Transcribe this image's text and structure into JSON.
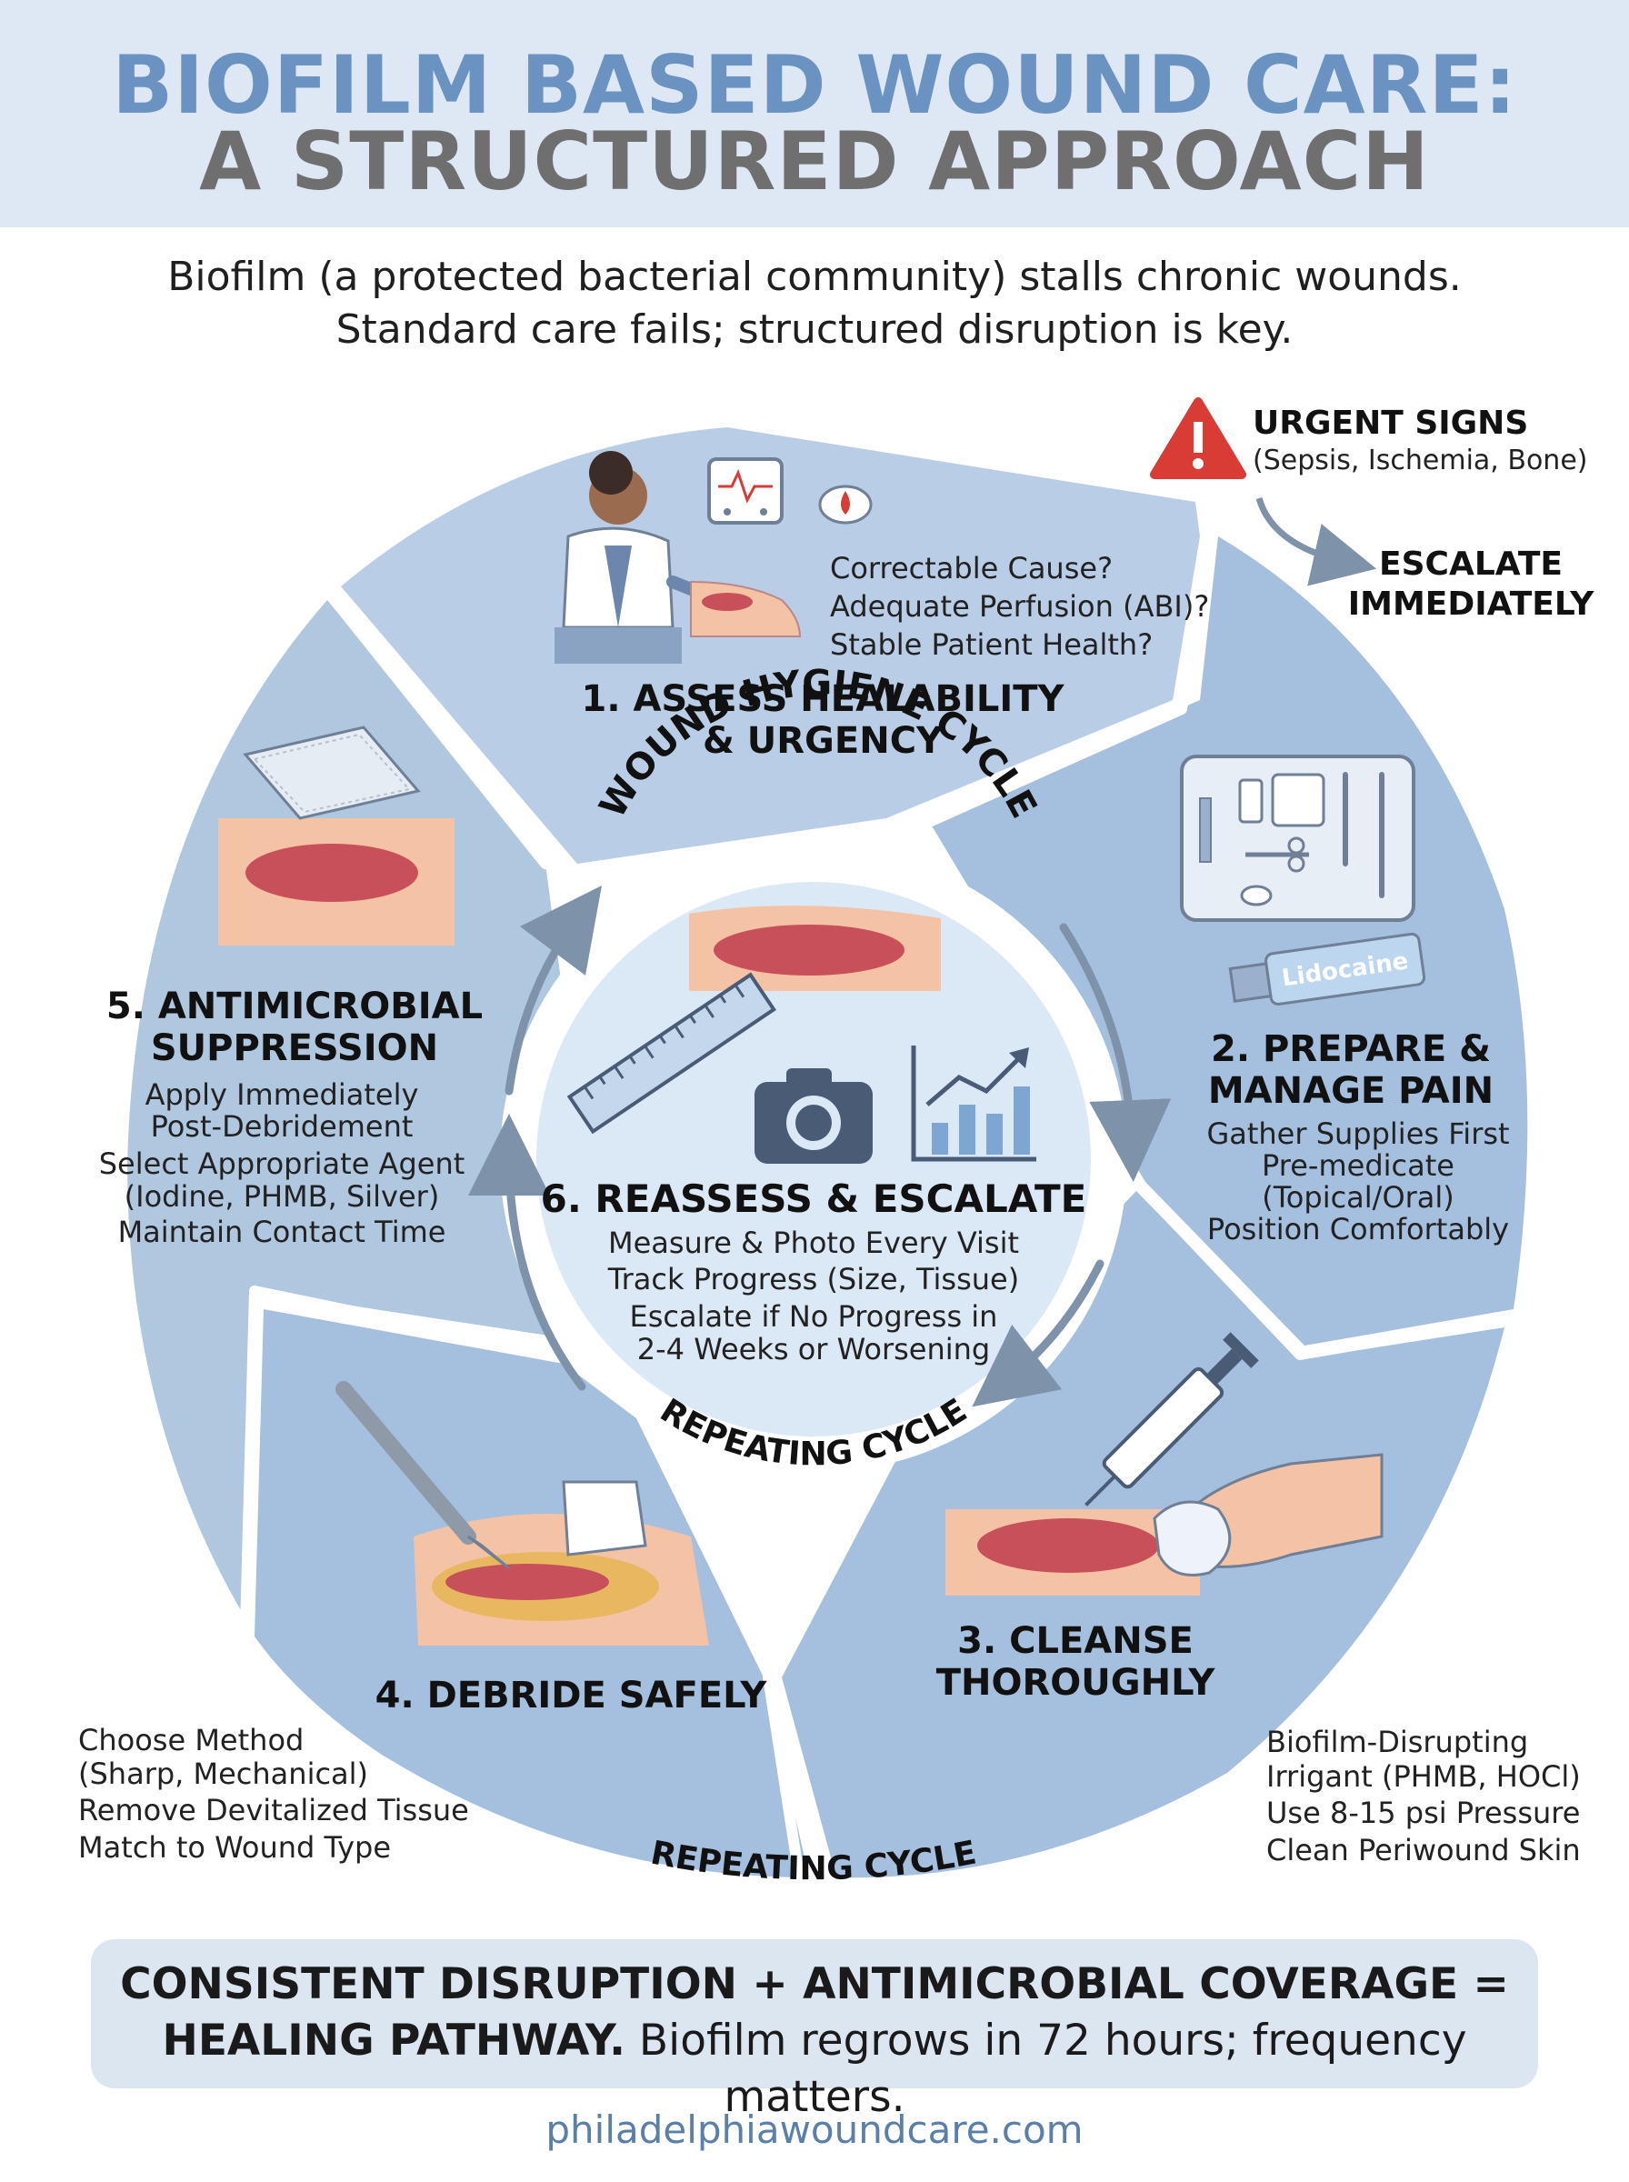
{
  "title": {
    "line1": "BIOFILM BASED WOUND CARE:",
    "line2": "A STRUCTURED APPROACH"
  },
  "intro": {
    "line1": "Biofilm (a protected bacterial community) stalls chronic wounds.",
    "line2": "Standard care fails; structured disruption is key."
  },
  "urgent": {
    "title": "URGENT SIGNS",
    "subtitle": "(Sepsis, Ischemia, Bone)",
    "escalate_line1": "ESCALATE",
    "escalate_line2": "IMMEDIATELY"
  },
  "cycle": {
    "inner_label": "WOUND HYGIENE CYCLE",
    "inner_bottom_label": "REPEATING CYCLE",
    "outer_bottom_label": "REPEATING CYCLE"
  },
  "steps": {
    "assess": {
      "title_line1": "1. ASSESS HEALABILITY",
      "title_line2": "& URGENCY",
      "points": [
        "Correctable Cause?",
        "Adequate Perfusion (ABI)?",
        "Stable Patient Health?"
      ]
    },
    "prepare": {
      "title_line1": "2. PREPARE &",
      "title_line2": "MANAGE PAIN",
      "points": [
        "Gather Supplies First",
        "Pre-medicate",
        "(Topical/Oral)",
        "Position Comfortably"
      ],
      "tube_label": "Lidocaine"
    },
    "cleanse": {
      "title_line1": "3. CLEANSE",
      "title_line2": "THOROUGHLY",
      "points": [
        "Biofilm-Disrupting",
        "Irrigant (PHMB, HOCl)",
        "Use 8-15 psi Pressure",
        "Clean Periwound Skin"
      ]
    },
    "debride": {
      "title": "4. DEBRIDE SAFELY",
      "points": [
        "Choose Method",
        "(Sharp, Mechanical)",
        "Remove Devitalized Tissue",
        "Match to Wound Type"
      ]
    },
    "antimicrobial": {
      "title_line1": "5. ANTIMICROBIAL",
      "title_line2": "SUPPRESSION",
      "points": [
        "Apply Immediately",
        "Post-Debridement",
        "Select Appropriate Agent",
        "(Iodine, PHMB, Silver)",
        "Maintain Contact Time"
      ]
    },
    "reassess": {
      "title": "6. REASSESS & ESCALATE",
      "points": [
        "Measure & Photo Every Visit",
        "Track Progress (Size, Tissue)",
        "Escalate if No Progress in",
        "2-4 Weeks or Worsening"
      ]
    }
  },
  "footer": {
    "bold1": "CONSISTENT DISRUPTION + ANTIMICROBIAL COVERAGE =",
    "bold2": "HEALING PATHWAY.",
    "rest": " Biofilm regrows in 72 hours; frequency matters."
  },
  "url": "philadelphiawoundcare.com",
  "colors": {
    "header_bg": "#dde8f4",
    "title_blue": "#6b93c2",
    "title_gray": "#6f6f6f",
    "segment_light": "#b9cde6",
    "segment_mid": "#a5bfde",
    "center_bg": "#dbe9f6",
    "arrow": "#7e92aa",
    "warning_red": "#d93b35",
    "wound_red": "#c8505a",
    "skin": "#f4c3a5"
  },
  "icons": [
    "warning-icon",
    "clinician-icon",
    "monitor-icon",
    "blood-drop-icon",
    "instrument-tray-icon",
    "lidocaine-tube-icon",
    "syringe-icon",
    "hand-gauze-icon",
    "scalpel-icon",
    "gauze-pad-icon",
    "foam-dressing-icon",
    "ruler-icon",
    "camera-icon",
    "chart-icon"
  ]
}
